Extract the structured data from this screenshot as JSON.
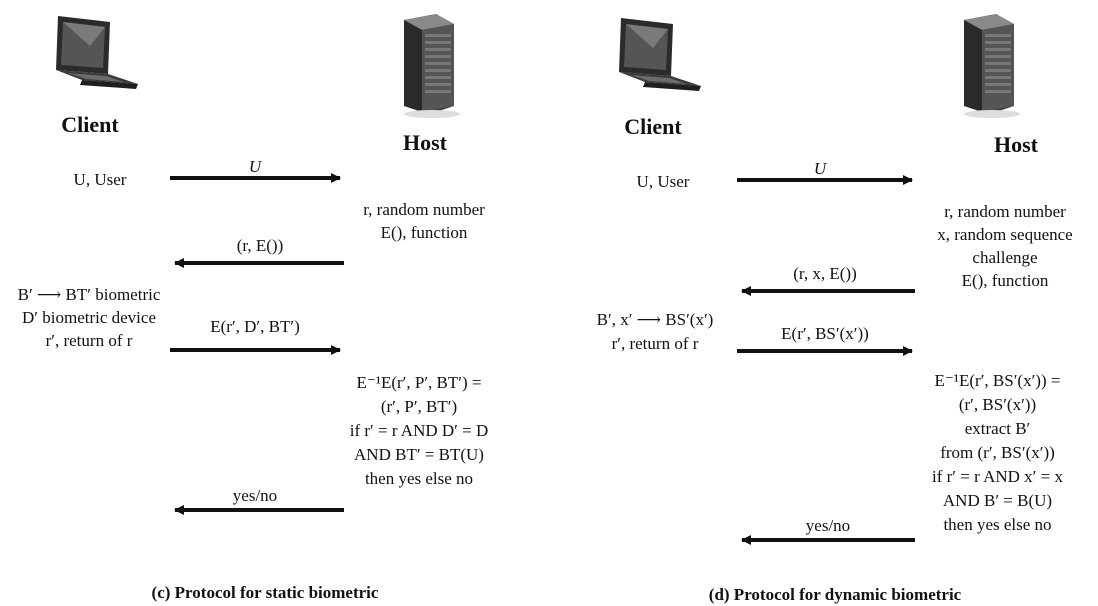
{
  "static": {
    "client_title": "Client",
    "host_title": "Host",
    "client_user": "U, User",
    "msg1": "U",
    "host_lines": [
      "r, random number",
      "E(), function"
    ],
    "msg2": "(r, E())",
    "client_lines": [
      "B′ ⟶ BT′ biometric",
      "D′ biometric device",
      "r′, return of r"
    ],
    "msg3": "E(r′, D′, BT′)",
    "verify_lines": [
      "E⁻¹E(r′, P′, BT′) =",
      "(r′, P′, BT′)",
      "if r′ = r AND D′ = D",
      "AND BT′ = BT(U)",
      "then yes else no"
    ],
    "msg4": "yes/no",
    "caption": "(c) Protocol for static biometric"
  },
  "dynamic": {
    "client_title": "Client",
    "host_title": "Host",
    "client_user": "U, User",
    "msg1": "U",
    "host_lines": [
      "r, random number",
      "x, random sequence",
      "challenge",
      "E(), function"
    ],
    "msg2": "(r, x, E())",
    "client_lines": [
      "B′, x′ ⟶ BS′(x′)",
      "r′, return of r"
    ],
    "msg3": "E(r′, BS′(x′))",
    "verify_lines": [
      "E⁻¹E(r′, BS′(x′)) =",
      "(r′, BS′(x′))",
      "extract B′",
      "from (r′, BS′(x′))",
      "if r′ = r AND x′ = x",
      "AND B′ = B(U)",
      "then yes else no"
    ],
    "msg4": "yes/no",
    "caption": "(d) Protocol for dynamic biometric"
  }
}
